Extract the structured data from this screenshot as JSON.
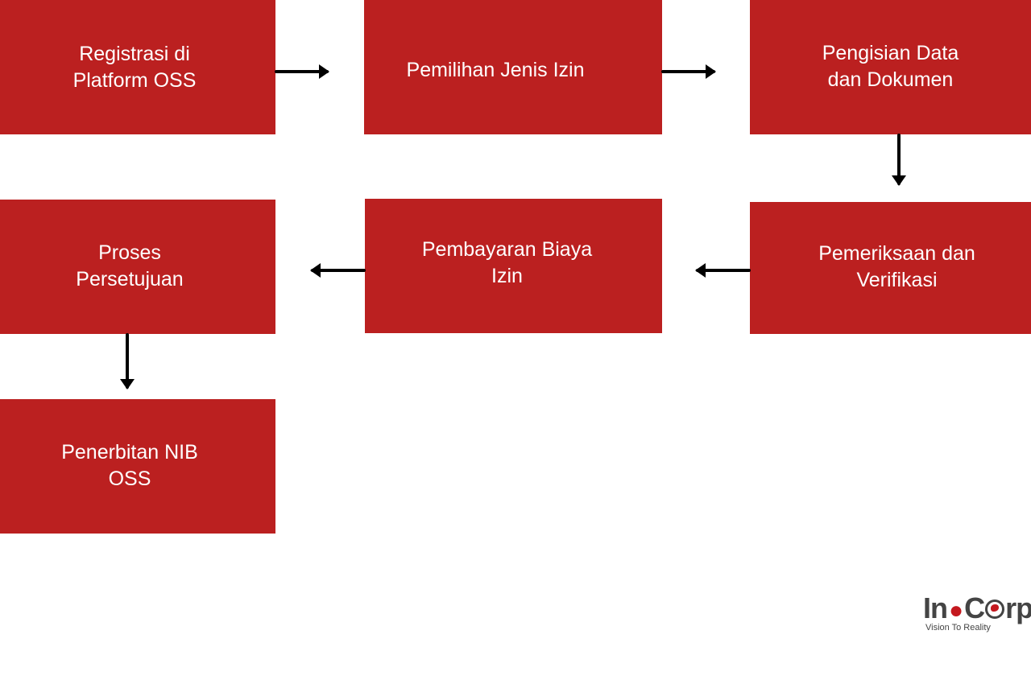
{
  "diagram": {
    "steps": [
      {
        "id": "registrasi",
        "lines": [
          "Registrasi di",
          "Platform OSS"
        ]
      },
      {
        "id": "pemilihan",
        "lines": [
          "Pemilihan Jenis Izin"
        ]
      },
      {
        "id": "pengisian",
        "lines": [
          "Pengisian Data",
          "dan Dokumen"
        ]
      },
      {
        "id": "pemeriksaan",
        "lines": [
          "Pemeriksaan dan",
          "Verifikasi"
        ]
      },
      {
        "id": "pembayaran",
        "lines": [
          "Pembayaran Biaya",
          "Izin"
        ]
      },
      {
        "id": "persetujuan",
        "lines": [
          "Proses",
          "Persetujuan"
        ]
      },
      {
        "id": "penerbitan",
        "lines": [
          "Penerbitan NIB",
          "OSS"
        ]
      }
    ],
    "flow": [
      {
        "from": "registrasi",
        "to": "pemilihan"
      },
      {
        "from": "pemilihan",
        "to": "pengisian"
      },
      {
        "from": "pengisian",
        "to": "pemeriksaan"
      },
      {
        "from": "pemeriksaan",
        "to": "pembayaran"
      },
      {
        "from": "pembayaran",
        "to": "persetujuan"
      },
      {
        "from": "persetujuan",
        "to": "penerbitan"
      }
    ],
    "box_color": "#bb2020",
    "text_color": "#ffffff",
    "arrow_color": "#000000"
  },
  "logo": {
    "brand_left": "In",
    "brand_right": "rp",
    "tagline": "Vision To Reality",
    "accent_color": "#c4181e",
    "text_color": "#444444"
  }
}
